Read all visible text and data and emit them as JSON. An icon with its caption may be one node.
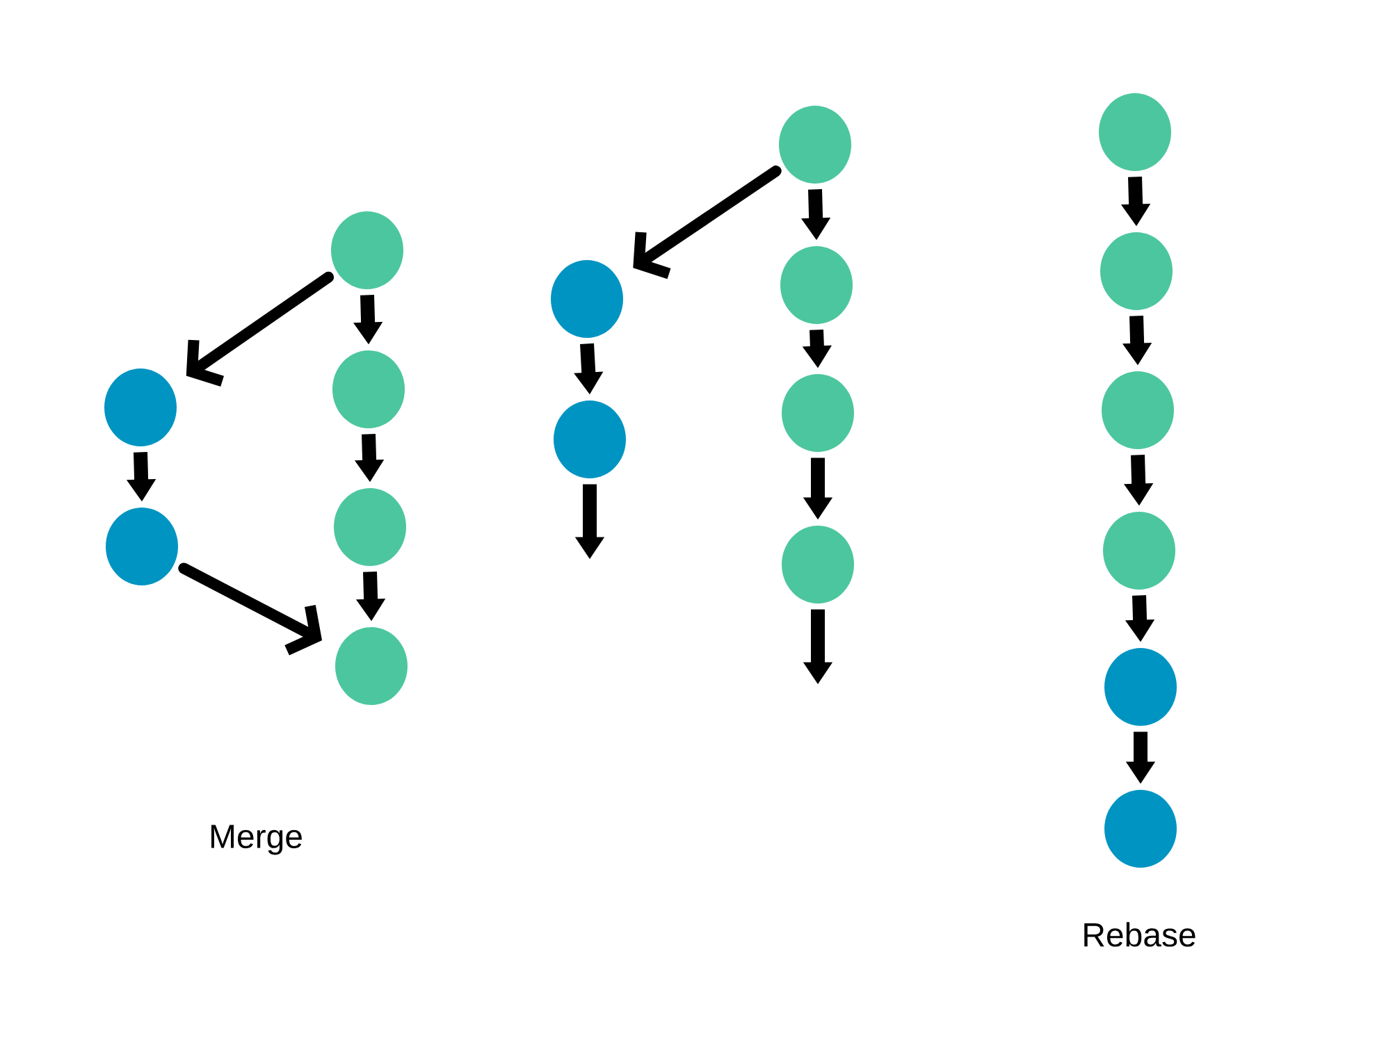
{
  "diagram": {
    "nodes": [
      {
        "text": [],
        "shape": "circle"
      },
      {
        "text": [],
        "shape": "circle"
      },
      {
        "text": [],
        "shape": "circle"
      },
      {
        "text": [],
        "shape": "circle"
      },
      {
        "text": [],
        "shape": "circle"
      },
      {
        "text": [],
        "shape": "circle"
      },
      {
        "text": [],
        "shape": "circle"
      },
      {
        "text": [],
        "shape": "circle"
      },
      {
        "text": [],
        "shape": "circle"
      },
      {
        "text": [],
        "shape": "circle"
      },
      {
        "text": [],
        "shape": "circle"
      },
      {
        "text": [],
        "shape": "circle"
      },
      {
        "text": [],
        "shape": "circle"
      },
      {
        "text": [],
        "shape": "circle"
      },
      {
        "text": [],
        "shape": "circle"
      },
      {
        "text": [],
        "shape": "circle"
      },
      {
        "text": [],
        "shape": "circle"
      },
      {
        "text": [],
        "shape": "circle"
      }
    ],
    "edges": [
      {
        "from": 2,
        "to": 0,
        "arrow": "to"
      },
      {
        "from": 0,
        "to": 1,
        "arrow": "to"
      },
      {
        "from": 1,
        "to": 5,
        "arrow": "to"
      },
      {
        "from": 2,
        "to": 3,
        "arrow": "to"
      },
      {
        "from": 3,
        "to": 4,
        "arrow": "to"
      },
      {
        "from": 4,
        "to": 5,
        "arrow": "to"
      },
      {
        "from": 8,
        "to": 6,
        "arrow": "to"
      },
      {
        "from": 6,
        "to": 7,
        "arrow": "to"
      },
      {
        "from": 7,
        "to": null,
        "arrow": "to"
      },
      {
        "from": 8,
        "to": 9,
        "arrow": "to"
      },
      {
        "from": 9,
        "to": 10,
        "arrow": "to"
      },
      {
        "from": 10,
        "to": 11,
        "arrow": "to"
      },
      {
        "from": 11,
        "to": null,
        "arrow": "to"
      },
      {
        "from": 12,
        "to": 13,
        "arrow": "to"
      },
      {
        "from": 13,
        "to": 14,
        "arrow": "to"
      },
      {
        "from": 14,
        "to": 15,
        "arrow": "to"
      },
      {
        "from": 15,
        "to": 16,
        "arrow": "to"
      },
      {
        "from": 16,
        "to": 17,
        "arrow": "to"
      }
    ],
    "labels": [
      "Merge",
      "Rebase"
    ]
  }
}
